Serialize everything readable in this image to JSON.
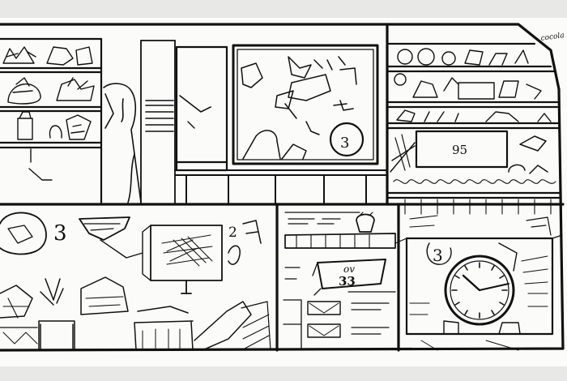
{
  "sketch": {
    "corner_scrawl": "cocola",
    "board_number": "95",
    "left_digit": "3",
    "middle_digit": "2",
    "tag_top": "ov",
    "tag_bottom": "33",
    "clock_label": "3",
    "window_label": "3"
  },
  "colors": {
    "paper": "#fbfbfa",
    "ink": "#111111",
    "background": "#e8e8e6"
  }
}
